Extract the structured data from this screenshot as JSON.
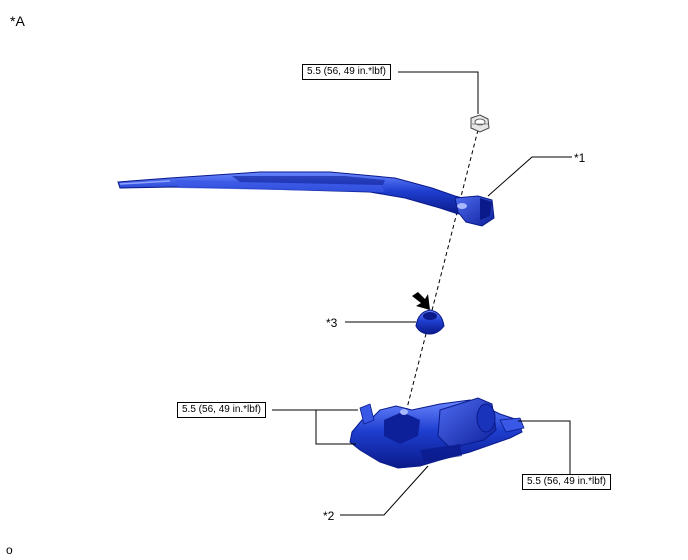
{
  "figure": {
    "view_label": "*A",
    "footer_mark": "o",
    "callouts": [
      {
        "id": "1",
        "text": "*1"
      },
      {
        "id": "2",
        "text": "*2"
      },
      {
        "id": "3",
        "text": "*3"
      }
    ],
    "torque_specs": [
      {
        "id": "nut",
        "text": "5.5 (56, 49 in.*lbf)"
      },
      {
        "id": "motor-left",
        "text": "5.5 (56, 49 in.*lbf)"
      },
      {
        "id": "motor-right",
        "text": "5.5 (56, 49 in.*lbf)"
      }
    ],
    "colors": {
      "part_fill": "#1f3fd0",
      "part_dark": "#0a1a8a",
      "part_light": "#6a86ff",
      "leader": "#000000"
    }
  }
}
